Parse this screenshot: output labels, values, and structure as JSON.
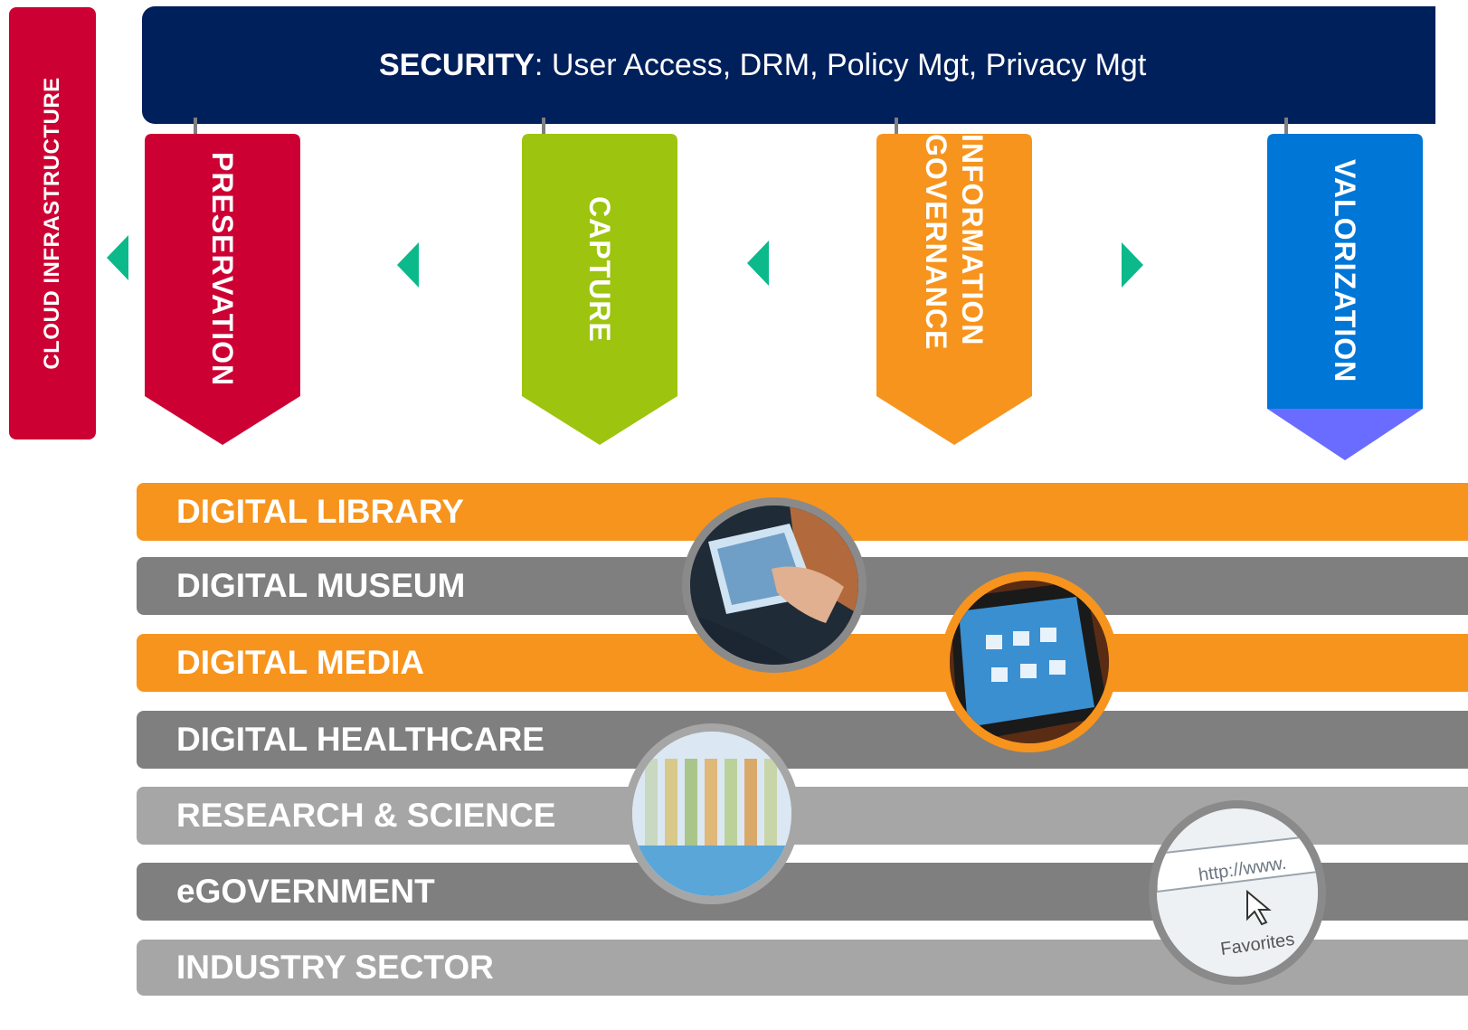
{
  "cloud": {
    "label": "CLOUD INFRASTRUCTURE"
  },
  "security": {
    "title": "SECURITY",
    "rest": ": User Access, DRM, Policy Mgt, Privacy Mgt"
  },
  "pillars": [
    {
      "label": "PRESERVATION",
      "color": "#cc0033"
    },
    {
      "label": "CAPTURE",
      "color": "#9dc40e"
    },
    {
      "label": "INFORMATION GOVERNANCE",
      "color": "#f7941d"
    },
    {
      "label": "VALORIZATION",
      "color": "#0076d6",
      "tip_color": "#6a6cff"
    }
  ],
  "arrow_color": "#0bb98b",
  "sectors": [
    {
      "label": "DIGITAL LIBRARY",
      "color": "#f7941d"
    },
    {
      "label": "DIGITAL MUSEUM",
      "color": "#7f7f7f"
    },
    {
      "label": "DIGITAL MEDIA",
      "color": "#f7941d"
    },
    {
      "label": "DIGITAL HEALTHCARE",
      "color": "#7f7f7f"
    },
    {
      "label": "RESEARCH & SCIENCE",
      "color": "#a6a6a6"
    },
    {
      "label": "eGOVERNMENT",
      "color": "#7f7f7f"
    },
    {
      "label": "INDUSTRY SECTOR",
      "color": "#a6a6a6"
    }
  ],
  "photos": [
    {
      "name": "tablet-touch-photo"
    },
    {
      "name": "tablet-apps-photo"
    },
    {
      "name": "test-tubes-photo"
    },
    {
      "name": "browser-favorites-photo",
      "text_url": "http://www.",
      "text_fav": "Favorites"
    }
  ]
}
